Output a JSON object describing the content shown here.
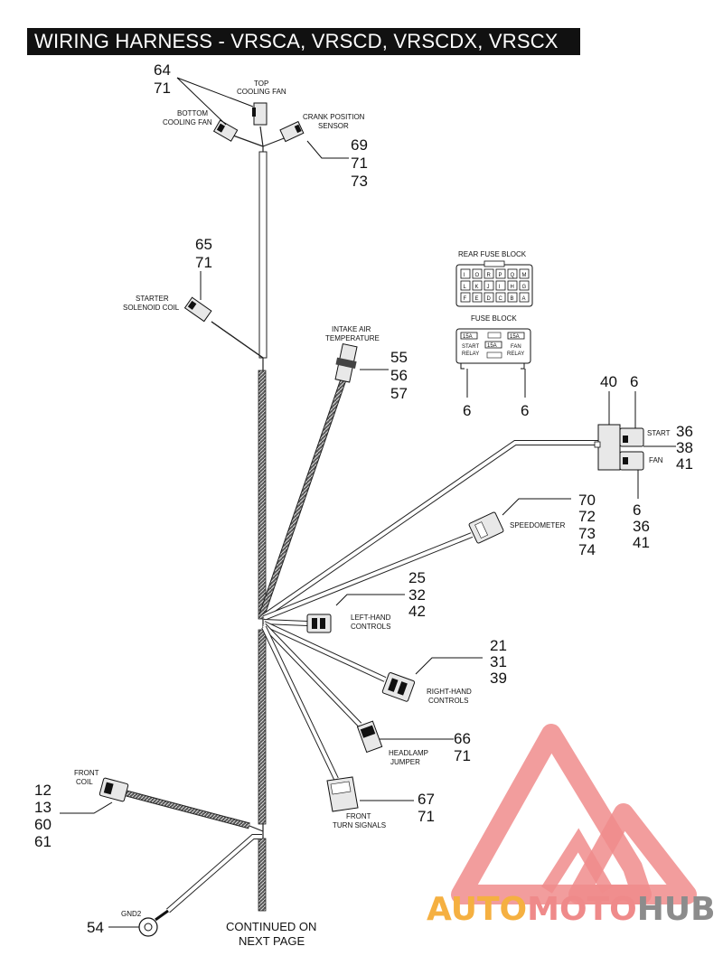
{
  "title": "WIRING HARNESS - VRSCA, VRSCD, VRSCDX, VRSCX",
  "components": {
    "top_fan": {
      "label1": "TOP",
      "label2": "COOLING FAN"
    },
    "bottom_fan": {
      "label1": "BOTTOM",
      "label2": "COOLING FAN"
    },
    "crank": {
      "label1": "CRANK POSITION",
      "label2": "SENSOR"
    },
    "starter": {
      "label1": "STARTER",
      "label2": "SOLENOID COIL"
    },
    "intake": {
      "label1": "INTAKE AIR",
      "label2": "TEMPERATURE"
    },
    "rear_fuse": {
      "label": "REAR  FUSE  BLOCK"
    },
    "fuse_block": {
      "label": "FUSE BLOCK",
      "start": "START",
      "relay": "RELAY",
      "fan": "FAN",
      "amp": "15A"
    },
    "relay_start": {
      "label": "START"
    },
    "relay_fan": {
      "label": "FAN"
    },
    "speedometer": {
      "label": "SPEEDOMETER"
    },
    "lh_controls": {
      "label1": "LEFT-HAND",
      "label2": "CONTROLS"
    },
    "rh_controls": {
      "label1": "RIGHT-HAND",
      "label2": "CONTROLS"
    },
    "headlamp": {
      "label1": "HEADLAMP",
      "label2": "JUMPER"
    },
    "turn": {
      "label1": "FRONT",
      "label2": "TURN SIGNALS"
    },
    "front_coil": {
      "label1": "FRONT",
      "label2": "COIL"
    },
    "gnd": {
      "label": "GND2"
    }
  },
  "fuse_letters": {
    "row1": [
      "I",
      "O",
      "R",
      "P",
      "Q",
      "M"
    ],
    "row2": [
      "L",
      "K",
      "J",
      "I",
      "H",
      "G"
    ],
    "row3": [
      "F",
      "E",
      "D",
      "C",
      "B",
      "A"
    ]
  },
  "callouts": {
    "fans": [
      "64",
      "71"
    ],
    "crank": [
      "69",
      "71",
      "73"
    ],
    "starter": [
      "65",
      "71"
    ],
    "intake": [
      "55",
      "56",
      "57"
    ],
    "fuse_left": [
      "6"
    ],
    "fuse_right": [
      "6"
    ],
    "relay_40": [
      "40"
    ],
    "relay_6": [
      "6"
    ],
    "relay_right": [
      "36",
      "38",
      "41"
    ],
    "relay_bottom": [
      "6",
      "36",
      "41"
    ],
    "speedo": [
      "70",
      "72",
      "73",
      "74"
    ],
    "lh": [
      "25",
      "32",
      "42"
    ],
    "rh": [
      "21",
      "31",
      "39"
    ],
    "headlamp": [
      "66",
      "71"
    ],
    "turn": [
      "67",
      "71"
    ],
    "coil": [
      "12",
      "13",
      "60",
      "61"
    ],
    "gnd": [
      "54"
    ]
  },
  "continued": {
    "line1": "CONTINUED ON",
    "line2": "NEXT PAGE"
  },
  "watermark": {
    "part1": "AUTO",
    "part2": "MOTO",
    "part3": "HUB",
    "color_orange": "#f5b041",
    "color_red": "#ef8a8a",
    "color_gray": "#8c8c8c"
  }
}
